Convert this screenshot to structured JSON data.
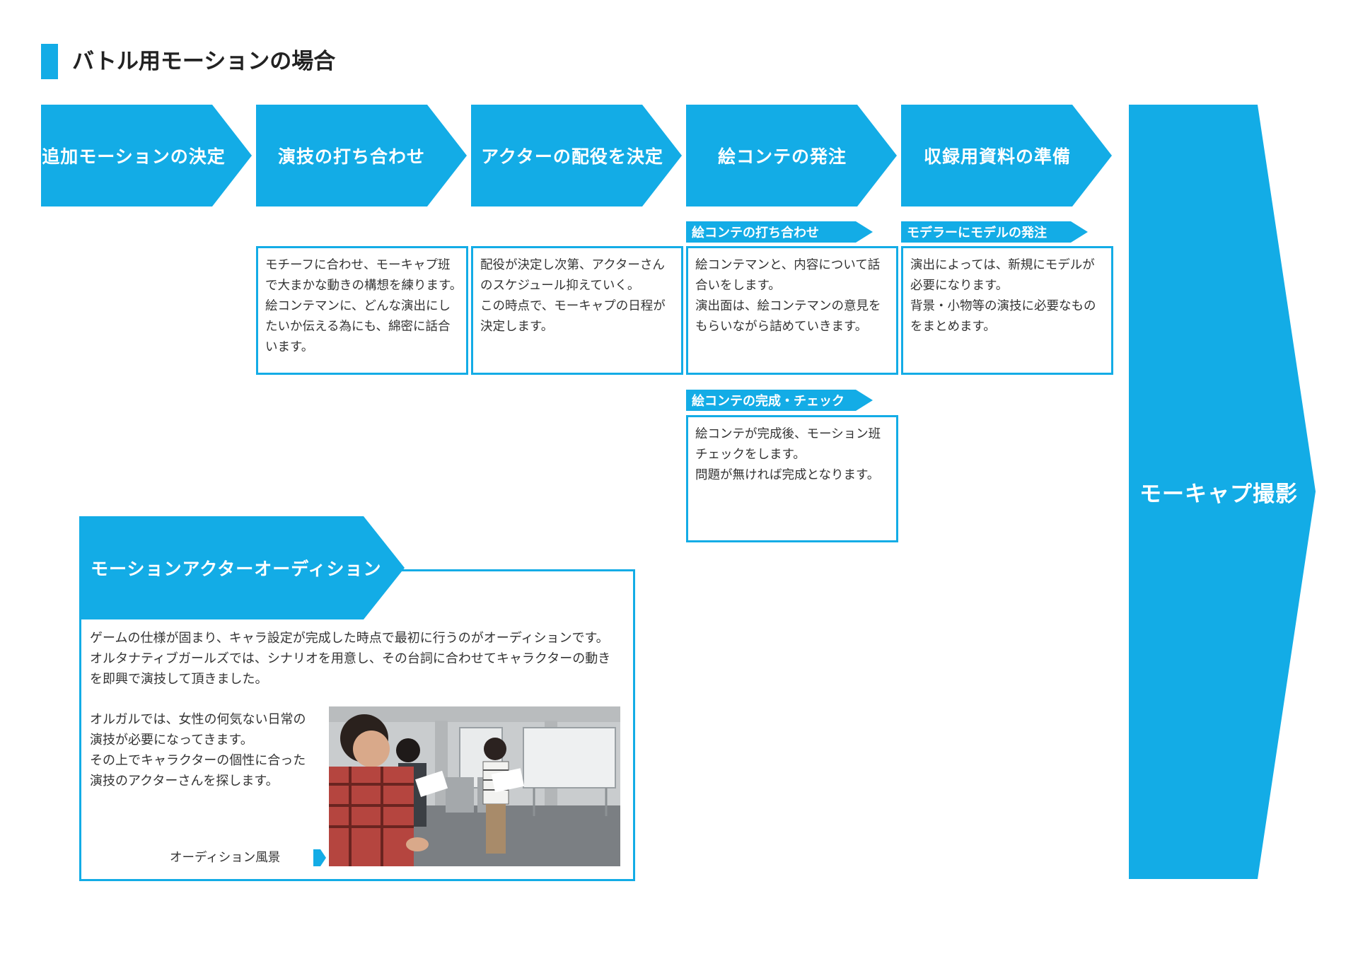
{
  "page": {
    "title": "バトル用モーションの場合"
  },
  "colors": {
    "accent": "#13ace6",
    "text": "#333333",
    "background": "#ffffff"
  },
  "steps": [
    {
      "label": "追加モーションの決定"
    },
    {
      "label": "演技の打ち合わせ"
    },
    {
      "label": "アクターの配役を決定"
    },
    {
      "label": "絵コンテの発注"
    },
    {
      "label": "収録用資料の準備"
    }
  ],
  "final_step": {
    "label": "モーキャプ撮影"
  },
  "notes": {
    "rehearsal": {
      "lines": [
        "モチーフに合わせ、モーキャプ班",
        "で大まかな動きの構想を練ります。",
        "絵コンテマンに、どんな演出にし",
        "たいか伝える為にも、綿密に話合",
        "います。"
      ]
    },
    "casting": {
      "lines": [
        "配役が決定し次第、アクターさん",
        "のスケジュール抑えていく。",
        "この時点で、モーキャプの日程が",
        "決定します。"
      ]
    },
    "storyboard_meeting": {
      "label": "絵コンテの打ち合わせ",
      "lines": [
        "絵コンテマンと、内容について話",
        "合いをします。",
        "演出面は、絵コンテマンの意見を",
        "もらいながら詰めていきます。"
      ]
    },
    "storyboard_check": {
      "label": "絵コンテの完成・チェック",
      "lines": [
        "絵コンテが完成後、モーション班",
        "チェックをします。",
        "問題が無ければ完成となります。"
      ]
    },
    "model_order": {
      "label": "モデラーにモデルの発注",
      "lines": [
        "演出によっては、新規にモデルが",
        "必要になります。",
        "背景・小物等の演技に必要なもの",
        "をまとめます。"
      ]
    }
  },
  "audition": {
    "heading": "モーションアクターオーディション",
    "intro_lines": [
      "ゲームの仕様が固まり、キャラ設定が完成した時点で最初に行うのがオーディションです。",
      "オルタナティブガールズでは、シナリオを用意し、その台詞に合わせてキャラクターの動き",
      "を即興で演技して頂きました。"
    ],
    "side_lines": [
      "オルガルでは、女性の何気ない日常の",
      "演技が必要になってきます。",
      "その上でキャラクターの個性に合った",
      "演技のアクターさんを探します。"
    ],
    "caption": "オーディション風景"
  }
}
